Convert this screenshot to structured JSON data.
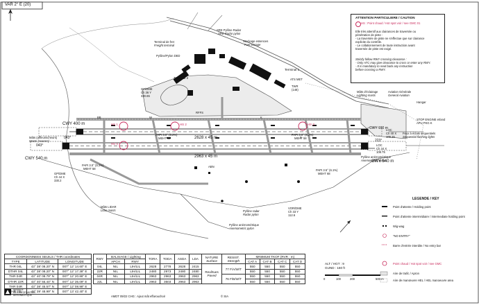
{
  "header": {
    "var": "VAR 2° E (20)"
  },
  "notes": {
    "title": "ATTENTION PARTICULIERE / CAUTION",
    "hs_note": "HS : Point chaud / Hot spot  voir / see GMC 01",
    "fr": [
      "Elle très attentif aux clairances de traversée ou",
      "pénétration de piste :",
      "- La traversée de piste ne s'effectue que sur clairance",
      "  explicite du contrôle.",
      "- Le collationnement de toute instruction avant",
      "  traversée de piste est exigé."
    ],
    "en": [
      "Strictly follow RWY crossing clearance :",
      "- Only ATC may give clearance to cross or enter any RWY.",
      "- It is mandatory to read back any instruction",
      "  before crossing a RWY."
    ]
  },
  "labels": {
    "sre": "SRE Pylône Radar",
    "sre_en": "SRE Radar pylon",
    "stockage": "Stockage essences",
    "stockage_en": "Fuel storage",
    "terminal_fret": "Terminal de fret",
    "terminal_fret_en": "Freight terminal",
    "pylone_ped": "Pylône/Pylon DED",
    "terminal1": "Terminal 1",
    "terminal2": "Terminal 2",
    "ats_met": "ATS MET",
    "twr": "TWR",
    "twr_ht": "(148)",
    "gp": "GP/DME",
    "gp_ch": "Ch 36 Y",
    "gp_ht": "330.65",
    "mats_eclairage": "Mâts d'éclairage",
    "mats_eclairage_en": "Lighting masts",
    "aviation_gen": "Aviation Générale",
    "aviation_gen_en": "General Aviation",
    "hangar": "Hangar",
    "stop_engine": "STOP ENGINE et/and",
    "apu_pkg": "APU PKG K",
    "feux": "Feux à éclats séquentiels",
    "feux_en": "Sequential flashing lights",
    "cwy400": "CWY 400 m",
    "cwy540w": "CWY 540 m",
    "cwy190": "CWY 190 m",
    "cwy540e": "CWY 540 m",
    "hdg043a": "043°",
    "hdg043b": "043°",
    "hdg223a": "223°",
    "hdg223b": "223°",
    "mats_affleur": "Mâts (affleurischeurs)",
    "mats_affleur_en": "Masts (scarers)",
    "papi1": "PAPI 3.0° (5.2%)",
    "papi1m": "MEHT 62",
    "papi2": "PAPI 3.0° (5.2%)",
    "papi2m": "MEHT 58",
    "papi3": "PAPI 3.0° (5.2%)",
    "papi3m": "MEHT 58",
    "papi4": "PAPI 3.5° (6.1%)",
    "papi4m": "MEHT 68",
    "rwy1": "2628 x 45 m",
    "rwy2": "2963 x 45 m",
    "loc1": "LOC",
    "loc1f": "Ch 40 X",
    "loc1h": "109.35",
    "loc2": "LOC",
    "loc2f": "Ch 34 X",
    "loc2h": "108.75",
    "pylone_anemo": "Pylône anémométrique",
    "pylone_anemo_en": "Anemometric pylon",
    "gp2": "GP/DME",
    "gp2f": "Ch 44 X",
    "gp2h": "330.2",
    "mats_lidar": "Mâts LIDAR",
    "mats_lidar_en": "Lidar masts",
    "pylone_radar": "Pylône radar",
    "pylone_radar_en": "Radar pylon",
    "pylone_anemo2": "Pylône anémométrique",
    "pylone_anemo2_en": "Anemometric pylon",
    "vor": "VOR/DME",
    "vorf": "Ch 33 Y",
    "vorh": "112.6",
    "abn": "ABN",
    "hs1": "HS 1",
    "hs2": "HS 2",
    "hs3": "HS 3",
    "hs4": "HS 4",
    "twy_bb": "BB",
    "twy_w": "W",
    "twy_k": "K",
    "twy_e": "E",
    "rffs": "RFFS"
  },
  "legend": {
    "title": "LEGENDE / KEY",
    "items": [
      "Point d'attente / Holding point",
      "Point d'attente intermédiaire / Intermediate holding point",
      "Wig-wag",
      "\"NO ENTRY\"",
      "Barre d'entrée interdite / No entry bar",
      "Point chaud / Hot spot  voir / see GMC",
      "Aire de trafic / Apron",
      "Aire de manœuvre HEL / HEL manoeuvre area"
    ],
    "alt": "ALT / HGT : 9",
    "gund": "GUND : 160 ft",
    "scale": [
      "0",
      "100",
      "200",
      "500 m"
    ]
  },
  "thr_table": {
    "title": "COORDONNEES SEUILS / THR coordinates",
    "cols": [
      "TYPE",
      "LATITUDE",
      "LONGITUDE"
    ],
    "rows": [
      [
        "THR 04L",
        "43° 38' 08.20\" N",
        "007° 12' 14.60\" E"
      ],
      [
        "DTHR 04L",
        "43° 38' 08.20\" N",
        "007° 12' 17.38\" E"
      ],
      [
        "THR 04R",
        "43° 40' 08.79\" N",
        "007° 12' 20.86\" E"
      ],
      [
        "DTHR 22R",
        "43° 40' 55.44\" N",
        "007° 12' 35.09\" E"
      ],
      [
        "THR 04R",
        "43° 38' 45.57\" N",
        "007° 12' 08.98\" E"
      ],
      [
        "THR 22L",
        "43° 39' 48.99\" N",
        "007° 13' 42.40\" E"
      ]
    ]
  },
  "rwy_table": {
    "h_rwy": "RWY",
    "h_bal": "BALISAGE / Lighting",
    "h_apch": "APCH",
    "h_rwyl": "RWY",
    "h_tora": "TORA",
    "h_toda": "TODA",
    "h_asda": "ASDA",
    "h_lda": "LDA",
    "h_nature": "NATURE",
    "h_nature_en": "Surface",
    "h_resist": "RESIST.",
    "h_resist_en": "Strength",
    "h_tkof": "MINIMUM TKOF (RVR : m)",
    "h_cats": [
      "CAT A",
      "CAT B",
      "CAT C",
      "CAT D"
    ],
    "rows": [
      [
        "04L",
        "NIL",
        "LIH/LIL",
        "2628",
        "2778",
        "2628",
        "2415"
      ],
      [
        "22R",
        "NIL",
        "LIH/LIL",
        "2480",
        "2973",
        "2480",
        "2480"
      ],
      [
        "04R",
        "NIL",
        "LIH/LIL",
        "2963",
        "2963",
        "2963",
        "2963"
      ],
      [
        "22L",
        "NIL",
        "LIH/LIL",
        "2963",
        "3503",
        "2963",
        "2963"
      ]
    ],
    "nature": [
      "Revêtues",
      "Paved"
    ],
    "resist": [
      "77 F/A/W/T",
      "76 F/B/W/T"
    ],
    "tkof": [
      [
        "550",
        "550",
        "550",
        "550"
      ],
      [
        "550",
        "550",
        "550",
        "550"
      ],
      [
        "550",
        "550",
        "550",
        "550"
      ],
      [
        "550",
        "550",
        "550",
        "550"
      ]
    ]
  },
  "footer": {
    "sia1": "SERVICE",
    "sia2": "DE L'INFORMATION",
    "sia3": "AERONAUTIQUE",
    "amdt": "AMDT 09/22  CHG : Ajout mât effarouchoir",
    "copy": "© SIA"
  }
}
